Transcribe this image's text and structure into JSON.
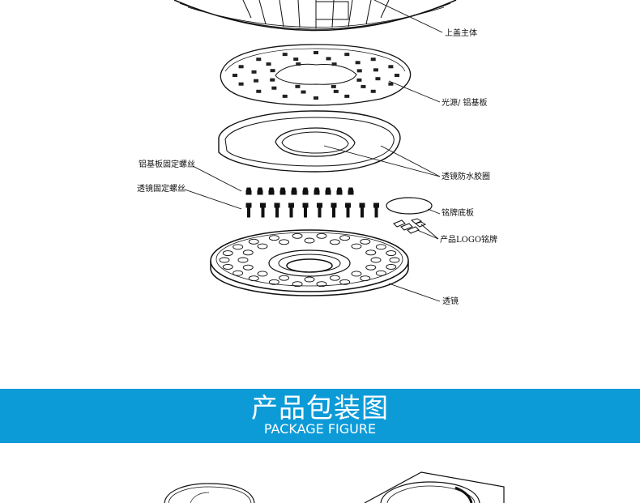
{
  "labels": {
    "top_cover": "上盖主体",
    "led_board": "光源/ 铝基板",
    "lens_gasket": "透镜防水胶圈",
    "board_screw": "铝基板固定螺丝",
    "lens_screw": "透镜固定螺丝",
    "nameplate_base": "铭牌底板",
    "logo_plate": "产品LOGO铭牌",
    "lens": "透镜"
  },
  "banner": {
    "title": "产品包装图",
    "subtitle": "PACKAGE FIGURE",
    "color": "#0d9bd8"
  },
  "colors": {
    "line": "#111111",
    "background": "#ffffff"
  }
}
